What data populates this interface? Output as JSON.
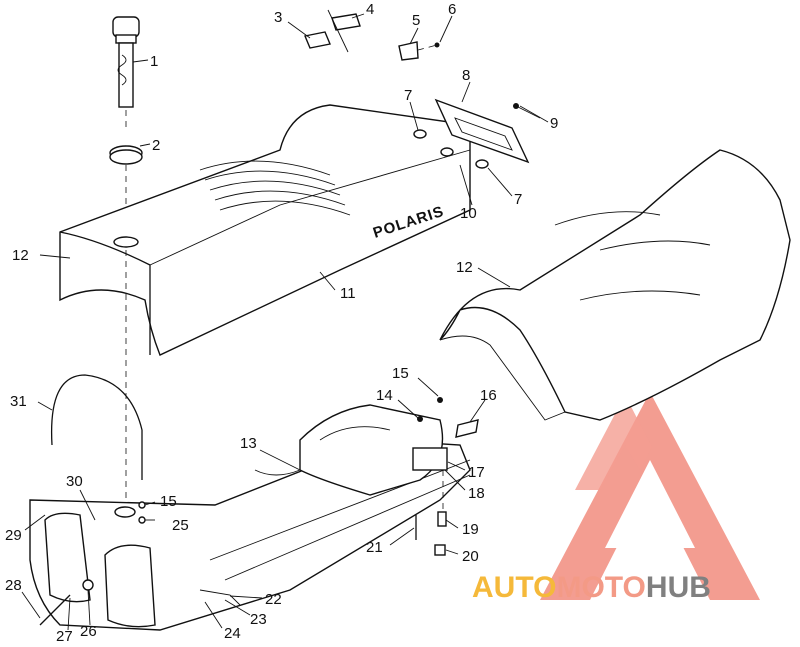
{
  "diagram": {
    "brand_text": "POLARIS",
    "callouts": [
      {
        "id": "c1",
        "label": "1"
      },
      {
        "id": "c2",
        "label": "2"
      },
      {
        "id": "c3",
        "label": "3"
      },
      {
        "id": "c4",
        "label": "4"
      },
      {
        "id": "c5",
        "label": "5"
      },
      {
        "id": "c6",
        "label": "6"
      },
      {
        "id": "c7a",
        "label": "7"
      },
      {
        "id": "c7b",
        "label": "7"
      },
      {
        "id": "c8",
        "label": "8"
      },
      {
        "id": "c9",
        "label": "9"
      },
      {
        "id": "c10",
        "label": "10"
      },
      {
        "id": "c11",
        "label": "11"
      },
      {
        "id": "c12a",
        "label": "12"
      },
      {
        "id": "c12b",
        "label": "12"
      },
      {
        "id": "c13",
        "label": "13"
      },
      {
        "id": "c14",
        "label": "14"
      },
      {
        "id": "c15a",
        "label": "15"
      },
      {
        "id": "c15b",
        "label": "15"
      },
      {
        "id": "c16",
        "label": "16"
      },
      {
        "id": "c17",
        "label": "17"
      },
      {
        "id": "c18",
        "label": "18"
      },
      {
        "id": "c19",
        "label": "19"
      },
      {
        "id": "c20",
        "label": "20"
      },
      {
        "id": "c21",
        "label": "21"
      },
      {
        "id": "c22",
        "label": "22"
      },
      {
        "id": "c23",
        "label": "23"
      },
      {
        "id": "c24",
        "label": "24"
      },
      {
        "id": "c25",
        "label": "25"
      },
      {
        "id": "c26",
        "label": "26"
      },
      {
        "id": "c27",
        "label": "27"
      },
      {
        "id": "c28",
        "label": "28"
      },
      {
        "id": "c29",
        "label": "29"
      },
      {
        "id": "c30",
        "label": "30"
      },
      {
        "id": "c31",
        "label": "31"
      }
    ]
  },
  "watermark": {
    "word_part1": "AUTO",
    "word_part2": "MOTO",
    "word_part3": "HUB",
    "color_part1": "#f5b93a",
    "color_part2": "#f39a86",
    "color_part3": "#808080",
    "triangle_color": "#f28c7e"
  }
}
